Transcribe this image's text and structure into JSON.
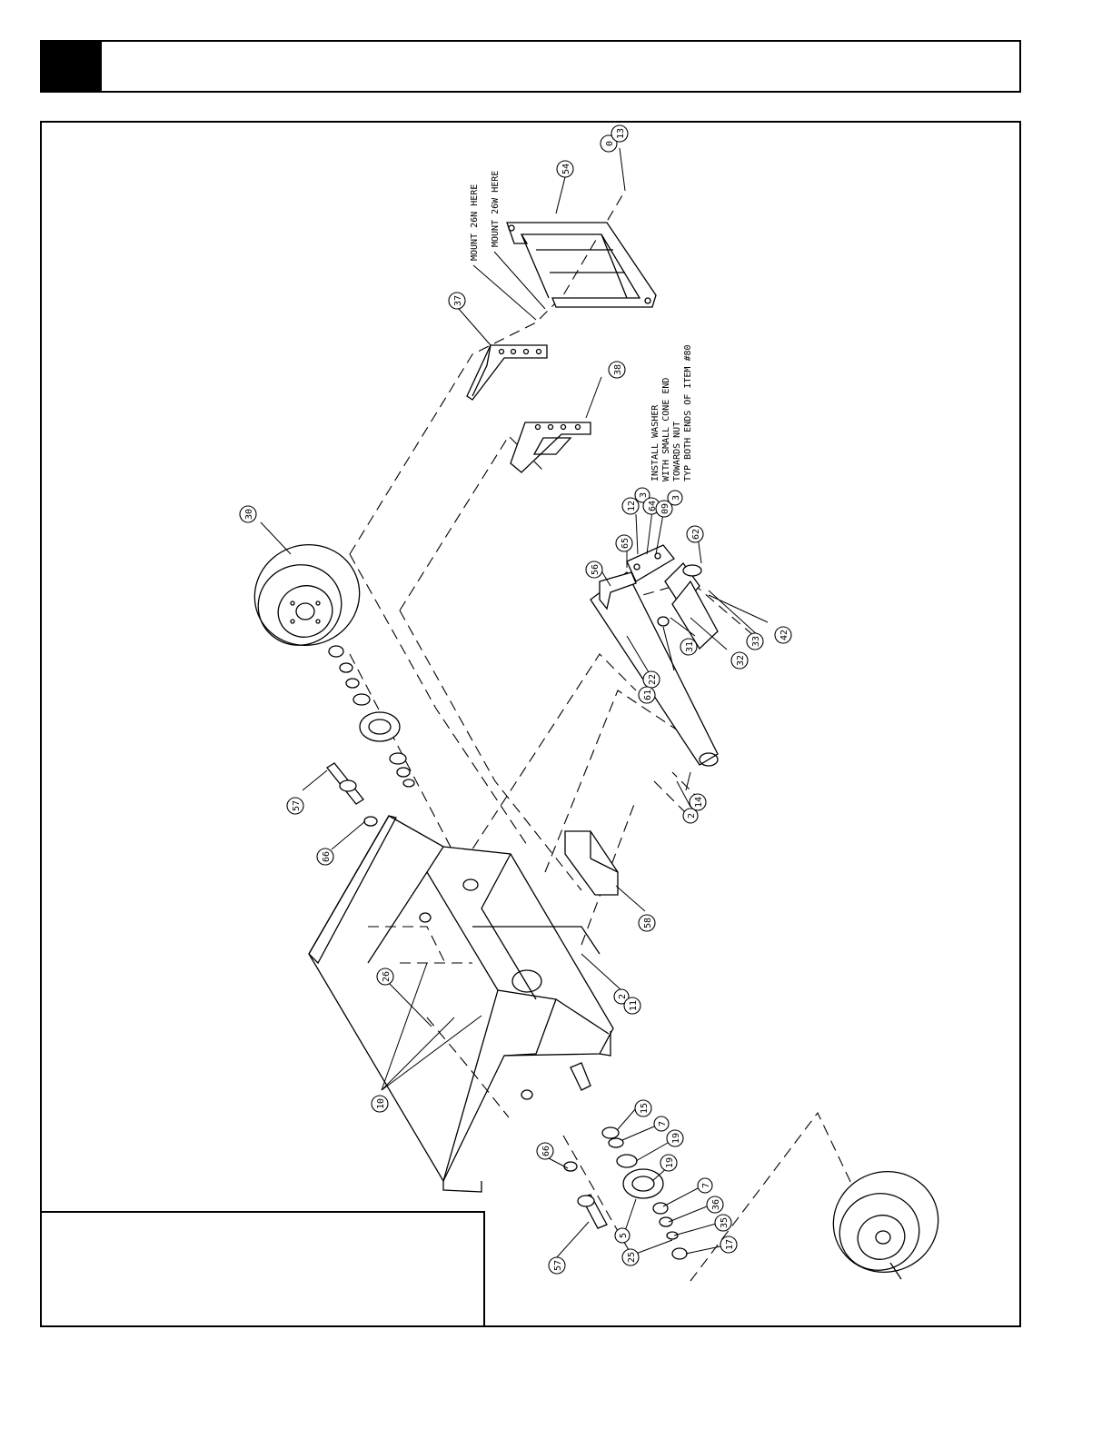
{
  "callouts": {
    "c0": "0",
    "c13": "13",
    "c54": "54",
    "c37": "37",
    "c38": "38",
    "c30a": "30",
    "c12": "12",
    "c3a": "3",
    "c64": "64",
    "c09": "09",
    "c3b": "3",
    "c62": "62",
    "c65": "65",
    "c56": "56",
    "c33": "33",
    "c42": "42",
    "c32": "32",
    "c31": "31",
    "c22": "22",
    "c61": "61",
    "c14": "14",
    "c2a": "2",
    "c57a": "57",
    "c66a": "66",
    "c58": "58",
    "c26": "26",
    "c2b": "2",
    "c11": "11",
    "c10": "10",
    "c15": "15",
    "c7a": "7",
    "c19a": "19",
    "c19b": "19",
    "c7b": "7",
    "c36": "36",
    "c35": "35",
    "c17": "17",
    "c25": "25",
    "c5": "5",
    "c66b": "66",
    "c57b": "57"
  },
  "notes": {
    "mount_26n": "MOUNT 26N HERE",
    "mount_26w": "MOUNT 26W HERE",
    "washer_1": "INSTALL WASHER",
    "washer_2": "WITH SMALL CONE END",
    "washer_3": "TOWARDS NUT",
    "washer_4": "TYP BOTH ENDS OF ITEM #80"
  }
}
